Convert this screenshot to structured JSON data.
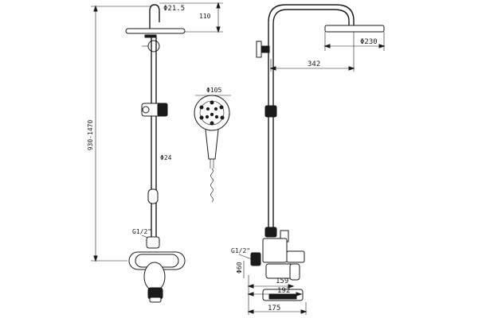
{
  "labels": {
    "head_dia_front": "Φ21.5",
    "head_height": "110",
    "total_height": "930-1470",
    "rail_dia": "Φ24",
    "inlet_front": "G1/2\"",
    "hand_dia": "Φ105",
    "head_dia_side": "Φ230",
    "arm_reach": "342",
    "inlet_side": "G1/2\"",
    "mixer_dia": "Φ60",
    "dim_159": "159",
    "dim_192": "192",
    "dim_175": "175"
  }
}
